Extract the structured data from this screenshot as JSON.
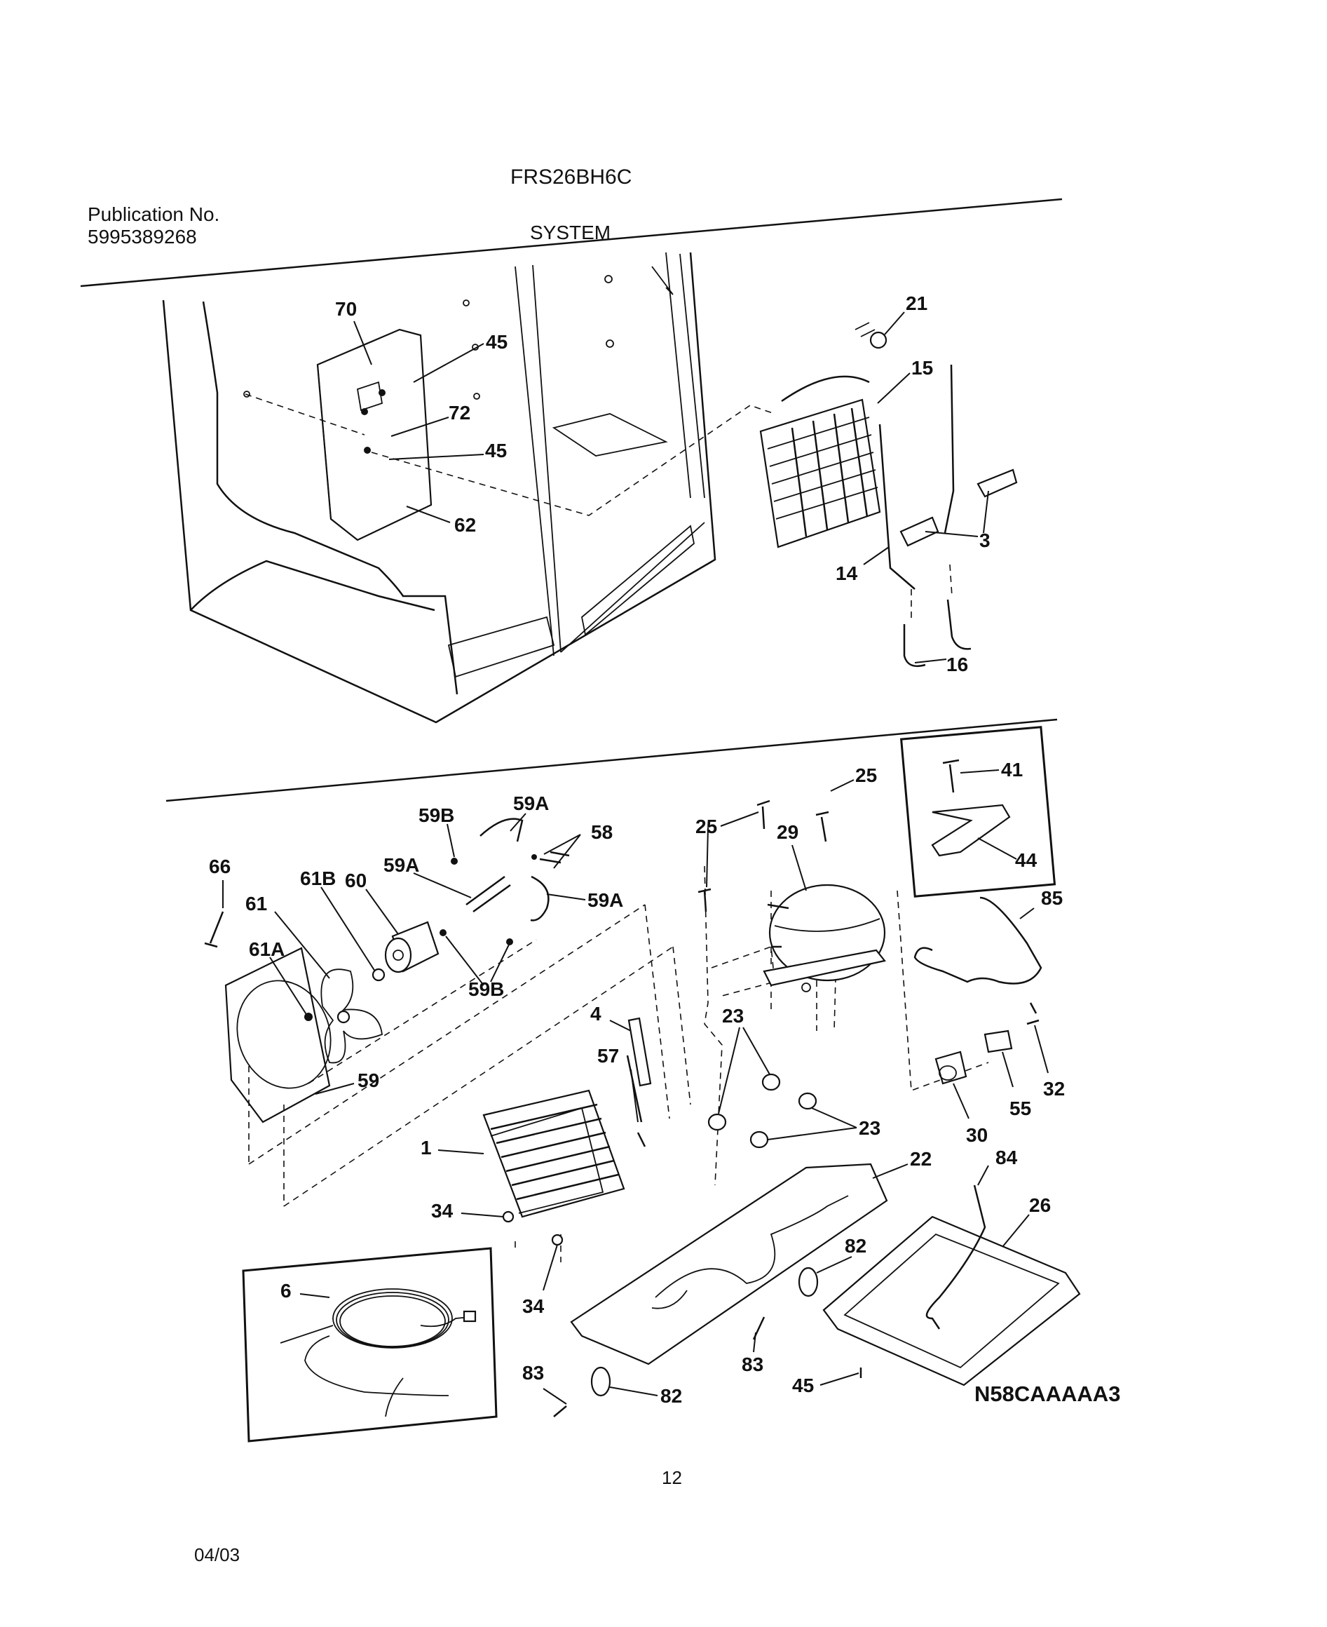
{
  "header": {
    "model": "FRS26BH6C",
    "publication_label": "Publication No.",
    "publication_number": "5995389268",
    "section_title": "SYSTEM"
  },
  "footer": {
    "page_number": "12",
    "date": "04/03",
    "drawing_code": "N58CAAAAA3"
  },
  "callouts": {
    "c70": "70",
    "c45a": "45",
    "c72": "72",
    "c45b": "45",
    "c62": "62",
    "c21": "21",
    "c15": "15",
    "c3": "3",
    "c14": "14",
    "c16": "16",
    "c41": "41",
    "c44": "44",
    "c25a": "25",
    "c25b": "25",
    "c29": "29",
    "c85": "85",
    "c59B_top": "59B",
    "c59A_top": "59A",
    "c58": "58",
    "c59A_mid": "59A",
    "c59A_right": "59A",
    "c66": "66",
    "c61B": "61B",
    "c60": "60",
    "c61": "61",
    "c61A": "61A",
    "c59B_bot": "59B",
    "c59": "59",
    "c4": "4",
    "c57": "57",
    "c23a": "23",
    "c23b": "23",
    "c32": "32",
    "c55": "55",
    "c30": "30",
    "c1": "1",
    "c34a": "34",
    "c34b": "34",
    "c22": "22",
    "c84": "84",
    "c26": "26",
    "c82a": "82",
    "c6": "6",
    "c83a": "83",
    "c82b": "82",
    "c83b": "83",
    "c45c": "45"
  }
}
